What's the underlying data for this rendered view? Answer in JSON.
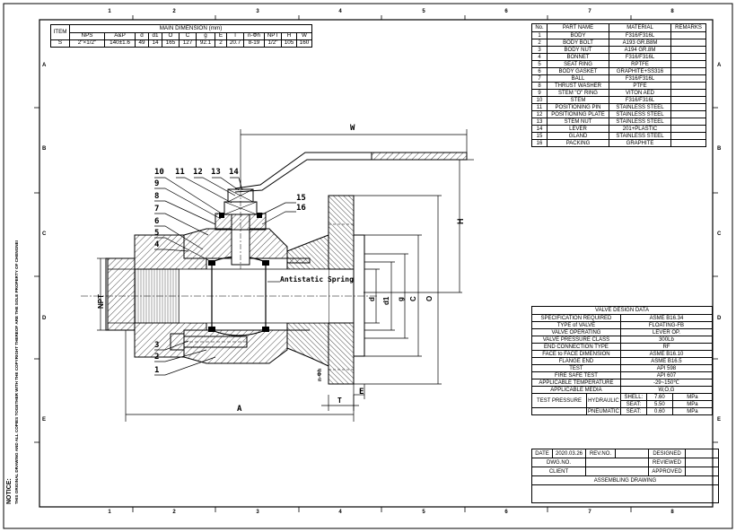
{
  "border": {
    "cols_top": [
      "1",
      "2",
      "3",
      "4",
      "5",
      "6",
      "7",
      "8"
    ],
    "rows_left": [
      "A",
      "B",
      "C",
      "D",
      "E"
    ],
    "notice_title": "NOTICE:",
    "notice_text": "THIS ORIGINAL DRAWING AND ALL COPIES TOGETHER WITH THE COPYRIGHT THEREOF ARE THE SOLE PROPERTY OF CHENGNEI"
  },
  "dimension_table": {
    "item_header": "ITEM",
    "group_header": "MAIN DIMENSION (mm)",
    "columns": [
      "NPS",
      "A&P",
      "d",
      "d1",
      "O",
      "C",
      "g",
      "E",
      "T",
      "n-Φh",
      "NPT",
      "H",
      "W"
    ],
    "row": [
      "S",
      "2\"×1/2\"",
      "140±1.6",
      "49",
      "14",
      "165",
      "127",
      "92.1",
      "2",
      "20.7",
      "8-19",
      "1/2\"",
      "105",
      "160"
    ]
  },
  "parts_table": {
    "headers": [
      "No.",
      "PART NAME",
      "MATERIAL",
      "REMARKS"
    ],
    "rows": [
      [
        "1",
        "BODY",
        "F316/F316L",
        ""
      ],
      [
        "2",
        "BODY BOLT",
        "A193 GR.B8M",
        ""
      ],
      [
        "3",
        "BODY NUT",
        "A194 GR.8M",
        ""
      ],
      [
        "4",
        "BONNET",
        "F316/F316L",
        ""
      ],
      [
        "5",
        "SEAT RING",
        "RPTFE",
        ""
      ],
      [
        "6",
        "BODY GASKET",
        "GRAPHITE+SS316",
        ""
      ],
      [
        "7",
        "BALL",
        "F316/F316L",
        ""
      ],
      [
        "8",
        "THRUST WASHER",
        "PTFE",
        ""
      ],
      [
        "9",
        "STEM \"O\" RING",
        "VITON AED",
        ""
      ],
      [
        "10",
        "STEM",
        "F316/F316L",
        ""
      ],
      [
        "11",
        "POSITIONING PIN",
        "STAINLESS STEEL",
        ""
      ],
      [
        "12",
        "POSITIONING PLATE",
        "STAINLESS STEEL",
        ""
      ],
      [
        "13",
        "STEM NUT",
        "STAINLESS STEEL",
        ""
      ],
      [
        "14",
        "LEVER",
        "201+PLASTIC",
        ""
      ],
      [
        "15",
        "GLAND",
        "STAINLESS STEEL",
        ""
      ],
      [
        "16",
        "PACKING",
        "GRAPHITE",
        ""
      ]
    ]
  },
  "design_table": {
    "title": "VALVE DESIGN DATA",
    "rows": [
      [
        "SPECIFICATION REQUIRED",
        "ASME B16.34"
      ],
      [
        "TYPE of VALVE",
        "FLOATING-FB"
      ],
      [
        "VALVE OPERATING",
        "LEVER OP."
      ],
      [
        "VALVE PRESSURE CLASS",
        "300Lb"
      ],
      [
        "END CONNECTION TYPE",
        "RF"
      ],
      [
        "FACE to FACE DIMENSION",
        "ASME B16.10"
      ],
      [
        "FLANGE END",
        "ASME B16.5"
      ],
      [
        "TEST",
        "API 598"
      ],
      [
        "FIRE SAFE TEST",
        "API 607"
      ],
      [
        "APPLICABLE TEMPERATURE",
        "-29~150℃"
      ],
      [
        "APPLICABLE MEDIA",
        "W,O,G"
      ]
    ],
    "test_pressure_label": "TEST PRESSURE",
    "hydraulic_label": "HYDRAULIC",
    "pneumatic_label": "PNEUMATIC",
    "shell": [
      "SHELL:",
      "7.60",
      "MPa"
    ],
    "seat_h": [
      "SEAT:",
      "5.50",
      "MPa"
    ],
    "seat_p": [
      "SEAT:",
      "0.60",
      "MPa"
    ]
  },
  "title_block": {
    "date_label": "DATE",
    "date_value": "2020.03.26",
    "rev_label": "REV.NO.",
    "designed": "DESIGNED",
    "dwg_label": "DWG.NO.",
    "reviewed": "REVIEWED",
    "client_label": "CLIENT",
    "approved": "APPROVED",
    "drawing_title": "ASSEMBLING DRAWING"
  },
  "drawing": {
    "balloons": [
      "10",
      "11",
      "12",
      "13",
      "14",
      "9",
      "8",
      "7",
      "6",
      "5",
      "4",
      "15",
      "16",
      "3",
      "2",
      "1"
    ],
    "dims": {
      "W": "W",
      "H": "H",
      "A": "A",
      "NPT": "NPT",
      "d": "d",
      "d1": "d1",
      "g": "g",
      "C": "C",
      "O": "O",
      "nh": "n-Φh",
      "T": "T",
      "E": "E"
    },
    "callout": "Antistatic Spring"
  }
}
